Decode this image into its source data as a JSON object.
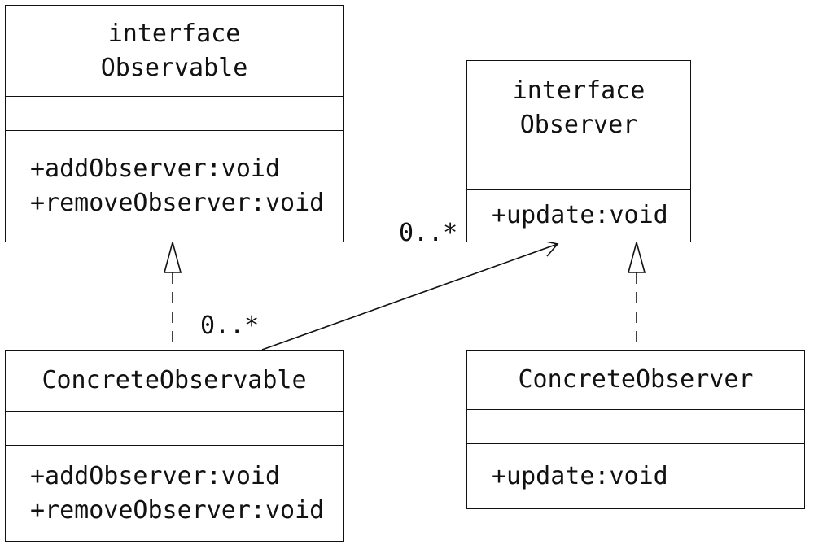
{
  "classes": {
    "observable": {
      "stereotype": "interface",
      "name": "Observable",
      "methods": [
        "+addObserver:void",
        "+removeObserver:void"
      ]
    },
    "observer": {
      "stereotype": "interface",
      "name": "Observer",
      "methods": [
        "+update:void"
      ]
    },
    "concrete_observable": {
      "name": "ConcreteObservable",
      "methods": [
        "+addObserver:void",
        "+removeObserver:void"
      ]
    },
    "concrete_observer": {
      "name": "ConcreteObserver",
      "methods": [
        "+update:void"
      ]
    }
  },
  "relations": {
    "association": {
      "source_multiplicity": "0..*",
      "target_multiplicity": "0..*"
    }
  }
}
